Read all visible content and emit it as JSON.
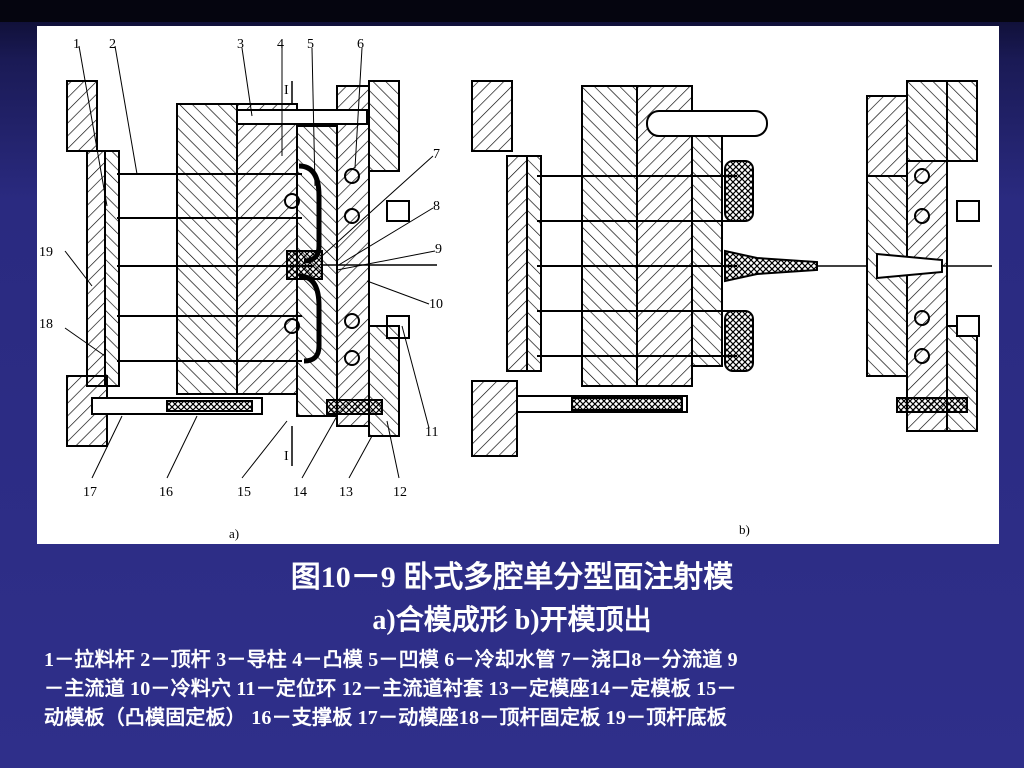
{
  "figure": {
    "part_labels_a": [
      "1",
      "2",
      "3",
      "4",
      "5",
      "6",
      "7",
      "8",
      "9",
      "10",
      "11",
      "12",
      "13",
      "14",
      "15",
      "16",
      "17",
      "18",
      "19"
    ],
    "section_mark": "I",
    "label_a": "a)",
    "label_b": "b)"
  },
  "caption": {
    "title": "图10－9  卧式多腔单分型面注射模",
    "subtitle": "a)合模成形  b)开模顶出",
    "legend_lines": [
      "1－拉料杆  2－顶杆  3－导柱  4－凸模  5－凹模  6－冷却水管  7－浇口8－分流道  9",
      "－主流道  10－冷料穴  11－定位环  12－主流道衬套  13－定模座14－定模板  15－",
      "动模板（凸模固定板）  16－支撑板  17－动模座18－顶杆固定板  19－顶杆底板"
    ]
  }
}
